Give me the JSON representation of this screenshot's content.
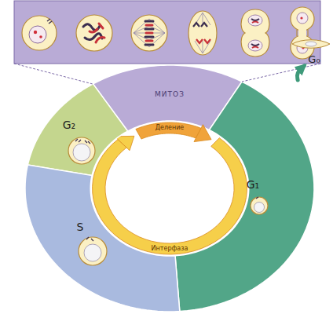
{
  "diagram": {
    "nodes": [
      {
        "text": [
          "МИТОЗ"
        ]
      },
      {
        "text": [
          "G₀"
        ]
      },
      {
        "text": [
          "Деление",
          "Интерфаза"
        ]
      },
      {
        "text": [
          "G₂"
        ]
      },
      {
        "text": [
          "G₁"
        ]
      },
      {
        "text": [
          "S"
        ]
      }
    ],
    "edges": [
      {
        "from": 4,
        "to": 1,
        "arrow": "to"
      }
    ]
  }
}
